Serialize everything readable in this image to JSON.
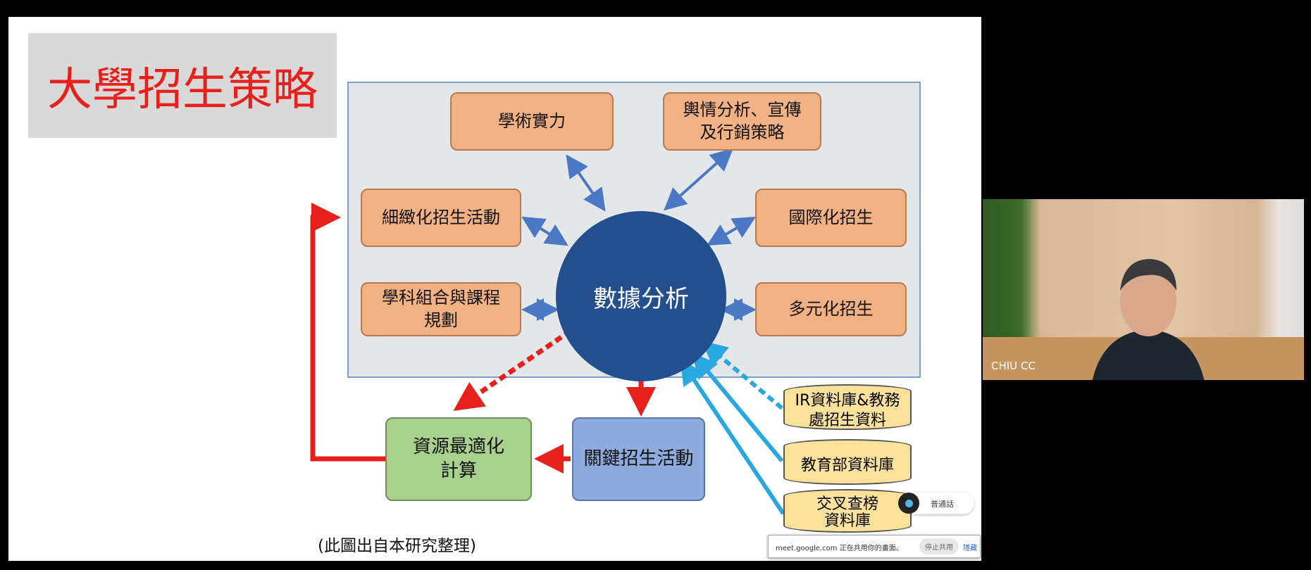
{
  "slide": {
    "title": "大學招生策略",
    "center": "數據分析",
    "boxes": {
      "academic": "學術實力",
      "publicity": "輿情分析、宣傳\n及行銷策略",
      "refined": "細緻化招生活動",
      "international": "國際化招生",
      "curriculum": "學科組合與課程\n規劃",
      "diverse": "多元化招生"
    },
    "resource": "資源最適化\n計算",
    "key_activity": "關鍵招生活動",
    "databases": [
      "IR資料庫&教務\n處招生資料",
      "教育部資料庫",
      "交叉查榜\n資料庫"
    ],
    "caption": "(此圖出自本研究整理)"
  },
  "video": {
    "participant_name": "CHIU CC"
  },
  "caption_chip": {
    "label": "普通話"
  },
  "share_bar": {
    "text": "meet.google.com 正在共用你的畫面。",
    "stop_label": "停止共用",
    "hide_label": "隱藏"
  },
  "colors": {
    "title": "#e8201b",
    "center": "#244f8f",
    "box": "#f2b183"
  }
}
